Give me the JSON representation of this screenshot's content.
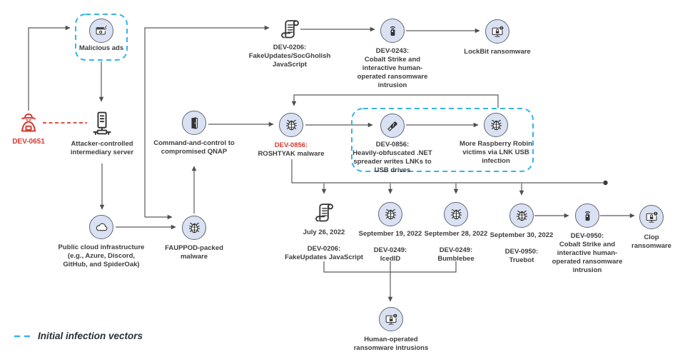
{
  "title": "Raspberry Robin infection chains diagram",
  "colors": {
    "accent_cyan": "#35b4e8",
    "alert_red": "#d43a31",
    "node_fill": "#dae1f3",
    "node_border": "#606774",
    "connector": "#5a5a5a",
    "text": "#3d3d3d"
  },
  "legend": {
    "label": "Initial infection vectors"
  },
  "nodes": {
    "malicious_ads": {
      "icon": "ad-window-icon",
      "label": "Malicious ads"
    },
    "dev0651": {
      "icon": "threat-actor-icon",
      "label": "DEV-0651"
    },
    "server": {
      "icon": "server-icon",
      "label": "Attacker-controlled\nintermediary server"
    },
    "dev0206_top": {
      "icon": "scroll-icon",
      "label": "DEV-0206:\nFakeUpdates/SocGholish\nJavaScript"
    },
    "dev0243": {
      "icon": "beacon-icon",
      "label": "DEV-0243:\nCobalt Strike and\ninteractive human-\noperated ransomware\nintrusion"
    },
    "lockbit": {
      "icon": "ransomware-icon",
      "label": "LockBit ransomware"
    },
    "qnap": {
      "icon": "door-icon",
      "label": "Command-and-control to\ncompromised QNAP"
    },
    "roshtyak": {
      "icon": "bug-icon",
      "title": "DEV-0856:",
      "label": "ROSHTYAK malware"
    },
    "usb_spreader": {
      "icon": "usb-drive-icon",
      "label": "DEV-0856:\nHeavily-obfuscated .NET\nspreader writes LNKs to\nUSB drives"
    },
    "victims": {
      "icon": "bug-icon",
      "label": "More Raspberry Robin\nvictims via LNK USB\ninfection"
    },
    "cloud": {
      "icon": "cloud-icon",
      "label": "Public cloud infrastructure\n(e.g., Azure, Discord,\nGitHub, and SpiderOak)"
    },
    "fauppod": {
      "icon": "bug-icon",
      "label": "FAUPPOD-packed\nmalware"
    },
    "t1": {
      "icon": "scroll-icon",
      "date": "July 26, 2022",
      "label": "DEV-0206:\nFakeUpdates JavaScript"
    },
    "t2": {
      "icon": "bug-icon",
      "date": "September 19, 2022",
      "label": "DEV-0249:\nIcedID"
    },
    "t3": {
      "icon": "bug-icon",
      "date": "September 28, 2022",
      "label": "DEV-0249:\nBumblebee"
    },
    "t4": {
      "icon": "bug-icon",
      "date": "September 30, 2022",
      "label": "DEV-0950:\nTruebot"
    },
    "dev0950": {
      "icon": "beacon-icon",
      "label": "DEV-0950:\nCobalt Strike and\ninteractive human-\noperated ransomware\nintrusion"
    },
    "clop": {
      "icon": "ransomware-icon",
      "label": "Clop\nransomware"
    },
    "human_ops": {
      "icon": "ransomware-icon",
      "label": "Human-operated\nransomware intrusions"
    }
  }
}
